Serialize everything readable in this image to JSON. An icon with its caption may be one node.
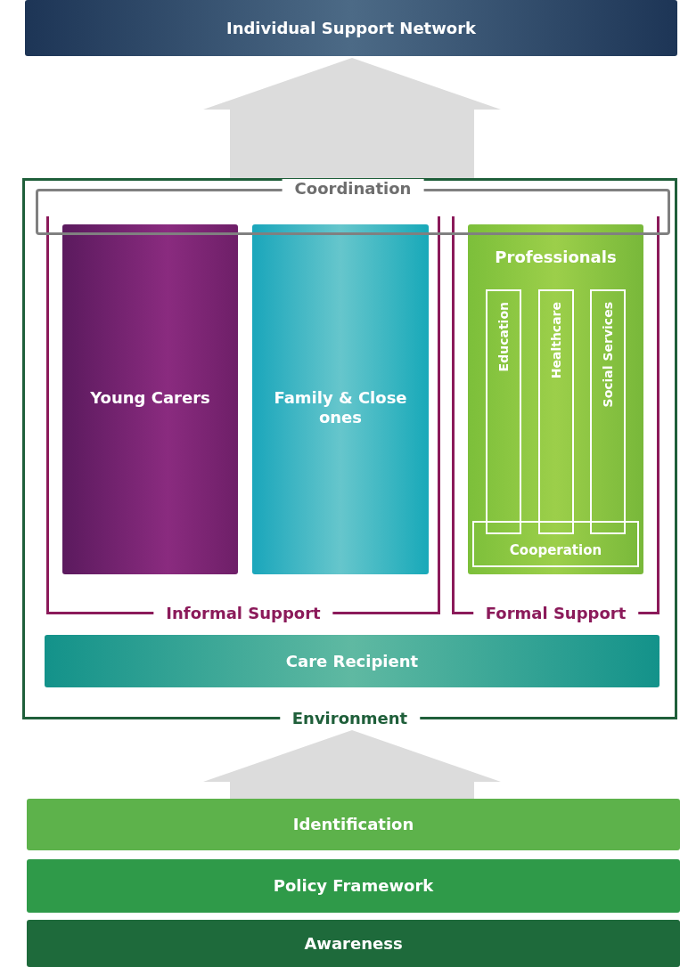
{
  "diagram": {
    "nodes": [
      {
        "text": [
          "Individual Support Network"
        ]
      },
      {
        "text": [
          "Environment"
        ]
      },
      {
        "text": [
          "Coordination"
        ],
        "in": 1
      },
      {
        "text": [
          "Informal Support"
        ],
        "in": 1
      },
      {
        "text": [
          "Young Carers"
        ],
        "in": 3
      },
      {
        "text": [
          "Family & Close ones"
        ],
        "in": 3
      },
      {
        "text": [
          "Formal Support"
        ],
        "in": 1
      },
      {
        "text": [
          "Professionals"
        ],
        "in": 6
      },
      {
        "text": [
          "Education"
        ],
        "in": 7
      },
      {
        "text": [
          "Healthcare"
        ],
        "in": 7
      },
      {
        "text": [
          "Social Services"
        ],
        "in": 7
      },
      {
        "text": [
          "Cooperation"
        ],
        "in": 7
      },
      {
        "text": [
          "Care Recipient"
        ],
        "in": 1
      },
      {
        "text": [
          "Identification"
        ]
      },
      {
        "text": [
          "Policy Framework"
        ]
      },
      {
        "text": [
          "Awareness"
        ]
      }
    ],
    "edges": [
      {
        "from": 1,
        "to": 0,
        "arrow": "to"
      },
      {
        "from": 13,
        "to": 1,
        "arrow": "to"
      }
    ]
  }
}
